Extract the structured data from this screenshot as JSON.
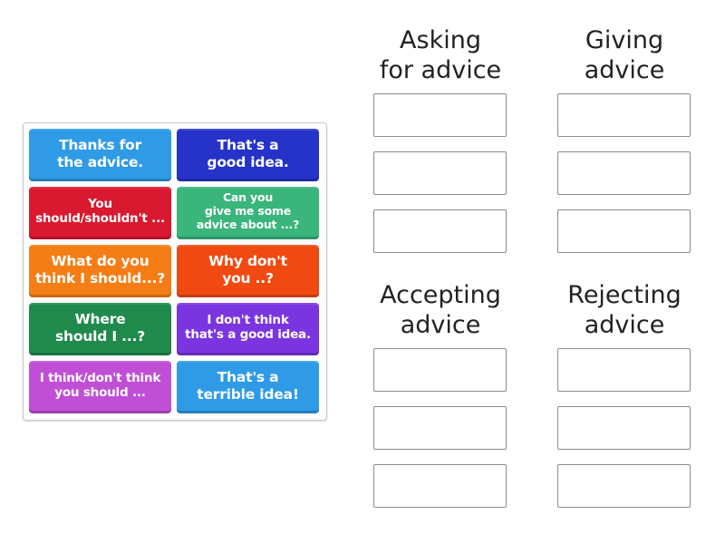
{
  "activity": {
    "type": "group-sort",
    "tiles": [
      {
        "text": "Thanks for\nthe advice.",
        "color": "#2f9be6",
        "size": "fs16"
      },
      {
        "text": "That's a\ngood idea.",
        "color": "#2533c9",
        "size": "fs16"
      },
      {
        "text": "You\nshould/shouldn't ...",
        "color": "#d9192f",
        "size": "fs14"
      },
      {
        "text": "Can you\ngive me some\nadvice about ...?",
        "color": "#3ab57c",
        "size": "fs12"
      },
      {
        "text": "What do you\nthink I should...?",
        "color": "#f57d15",
        "size": "fs16"
      },
      {
        "text": "Why don't\nyou ..?",
        "color": "#f04a12",
        "size": "fs16"
      },
      {
        "text": "Where\nshould I ...?",
        "color": "#1f8a4c",
        "size": "fs16"
      },
      {
        "text": "I don't think\nthat's a good idea.",
        "color": "#7b35e0",
        "size": "fs14"
      },
      {
        "text": "I think/don't think\nyou should ...",
        "color": "#c04fd6",
        "size": "fs14"
      },
      {
        "text": "That's a\nterrible idea!",
        "color": "#2f9be6",
        "size": "fs16"
      }
    ],
    "groups": [
      {
        "title": "Asking\nfor advice",
        "slots": 3
      },
      {
        "title": "Giving\nadvice",
        "slots": 3
      },
      {
        "title": "Accepting\nadvice",
        "slots": 3
      },
      {
        "title": "Rejecting\nadvice",
        "slots": 3
      }
    ]
  }
}
